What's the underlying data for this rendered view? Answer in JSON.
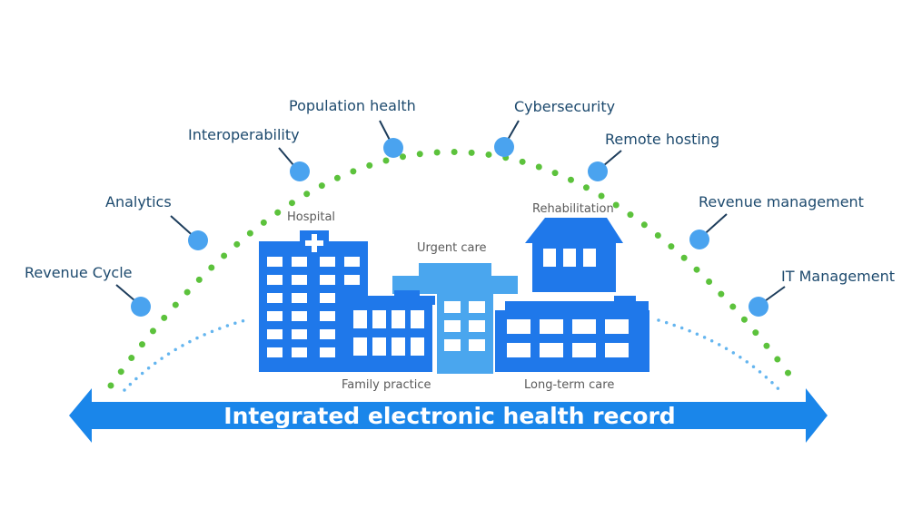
{
  "diagram": {
    "banner": "Integrated electronic health record",
    "services": [
      "Revenue Cycle",
      "Analytics",
      "Interoperability",
      "Population health",
      "Cybersecurity",
      "Remote hosting",
      "Revenue management",
      "IT Management"
    ],
    "facilities": [
      "Hospital",
      "Urgent care",
      "Rehabilitation",
      "Family practice",
      "Long-term care"
    ]
  },
  "colors": {
    "arc_dots": "#5cc23c",
    "node": "#4aa3ef",
    "connector": "#1d3d5c",
    "label": "#1d4a6e",
    "building_dark": "#1f78ea",
    "building_light": "#4aa6ee",
    "banner": "#1a86ea",
    "inner_dots": "#64b5ef"
  }
}
